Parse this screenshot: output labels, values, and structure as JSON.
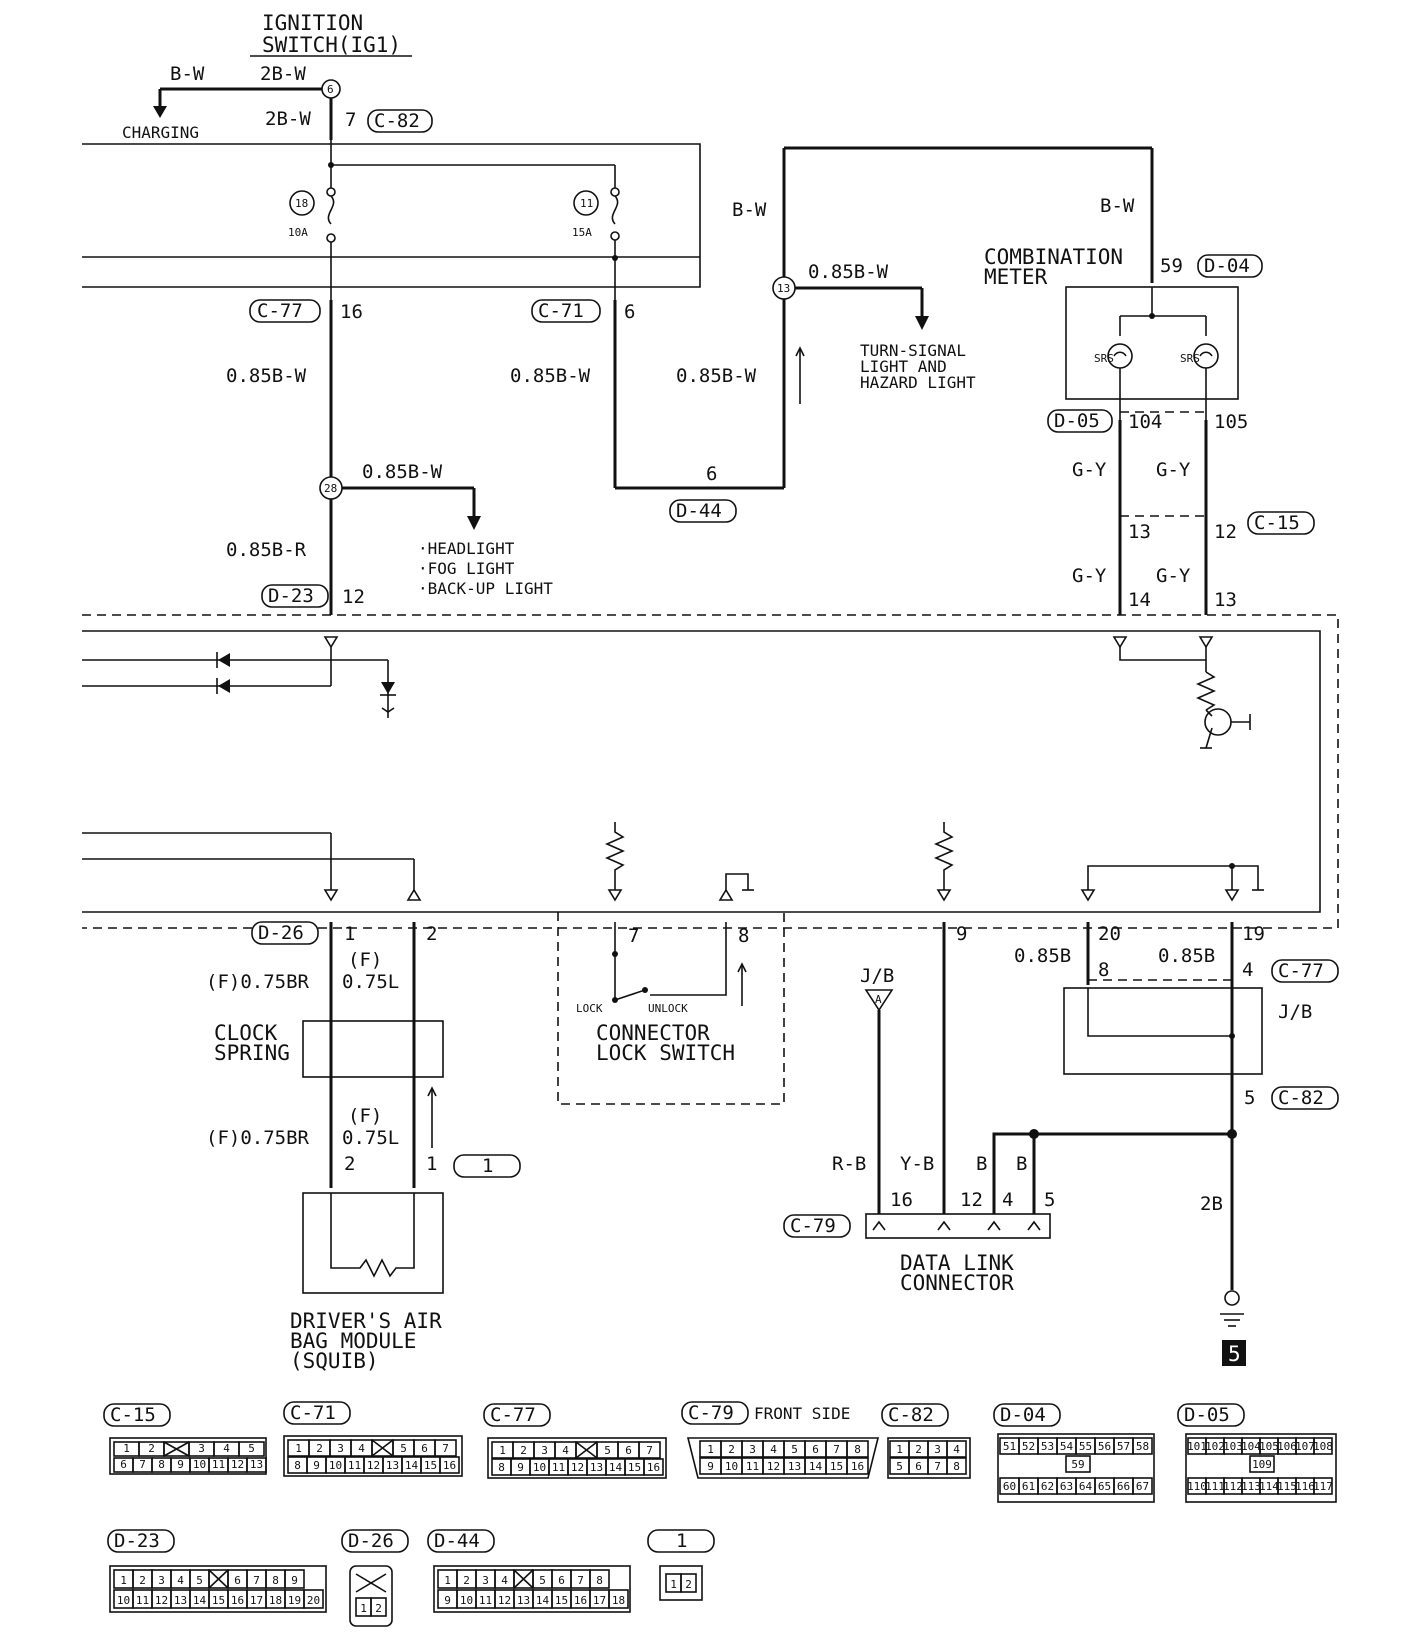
{
  "labels": {
    "ignition": "IGNITION",
    "ignition2": "SWITCH(IG1)",
    "bw_left": "B-W",
    "charging": "CHARGING",
    "w2bw_top": "2B-W",
    "w2bw_mid": "2B-W",
    "pin7": "7",
    "fuse18": "18",
    "fuse18_amp": "10A",
    "fuse11": "11",
    "fuse11_amp": "15A",
    "pin16": "16",
    "pin6": "6",
    "w085_a": "0.85B-W",
    "w085_b": "0.85B-W",
    "w085_c": "0.85B-W",
    "w085_d": "0.85B-W",
    "w085_e": "0.85B-W",
    "w085br": "0.85B-R",
    "pin6_d44": "6",
    "pin12_d23": "12",
    "junction6": "6",
    "junction13": "13",
    "junction28": "28",
    "headlight": "·HEADLIGHT",
    "foglight": "·FOG LIGHT",
    "backup": "·BACK-UP LIGHT",
    "bw_top_right_a": "B-W",
    "bw_top_right_b": "B-W",
    "turn1": "TURN-SIGNAL",
    "turn2": "LIGHT AND",
    "turn3": "HAZARD LIGHT",
    "comb1": "COMBINATION",
    "comb2": "METER",
    "pin59": "59",
    "srs_a": "SRS",
    "srs_b": "SRS",
    "pin104": "104",
    "pin105": "105",
    "gy1": "G-Y",
    "gy2": "G-Y",
    "gy3": "G-Y",
    "gy4": "G-Y",
    "pin13a": "13",
    "pin12a": "12",
    "pin14": "14",
    "pin13b": "13",
    "pin1": "1",
    "pin2": "2",
    "f075br_a": "(F)0.75BR",
    "f075l_a1": "(F)",
    "f075l_a2": "0.75L",
    "clock1": "CLOCK",
    "clock2": "SPRING",
    "f075br_b": "(F)0.75BR",
    "f075l_b1": "(F)",
    "f075l_b2": "0.75L",
    "pin2b": "2",
    "pin1b": "1",
    "driver1": "DRIVER'S AIR",
    "driver2": "BAG MODULE",
    "driver3": "(SQUIB)",
    "pin7b": "7",
    "pin8b": "8",
    "lock": "LOCK",
    "unlock": "UNLOCK",
    "cls1": "CONNECTOR",
    "cls2": "LOCK SWITCH",
    "jb_a": "J/B",
    "jb_a_letter": "A",
    "pin9": "9",
    "pin20": "20",
    "pin19": "19",
    "b085_a": "0.85B",
    "b085_b": "0.85B",
    "pin8c": "8",
    "pin4c": "4",
    "jb_b": "J/B",
    "pin5c": "5",
    "rb": "R-B",
    "yb": "Y-B",
    "b1": "B",
    "b2": "B",
    "pin16c": "16",
    "pin12c": "12",
    "pin4d": "4",
    "pin5d": "5",
    "b2b": "2B",
    "dlc1": "DATA LINK",
    "dlc2": "CONNECTOR",
    "ground_num": "5",
    "front_side": "FRONT SIDE"
  },
  "tags": {
    "c82_top": "C-82",
    "c77_top": "C-77",
    "c71_top": "C-71",
    "d44_mid": "D-44",
    "d23_mid": "D-23",
    "d04_top": "D-04",
    "d05_top": "D-05",
    "c15_top": "C-15",
    "d26_mid": "D-26",
    "one_mid": "1",
    "c77_right": "C-77",
    "c82_right": "C-82",
    "c79_mid": "C-79"
  },
  "legend": {
    "c15": {
      "label": "C-15",
      "row1": [
        "1",
        "2",
        "",
        "3",
        "4",
        "5"
      ],
      "row2": [
        "6",
        "7",
        "8",
        "9",
        "10",
        "11",
        "12",
        "13"
      ]
    },
    "c71": {
      "label": "C-71",
      "row1": [
        "1",
        "2",
        "3",
        "4",
        "",
        "5",
        "6",
        "7"
      ],
      "row2": [
        "8",
        "9",
        "10",
        "11",
        "12",
        "13",
        "14",
        "15",
        "16"
      ]
    },
    "c77": {
      "label": "C-77",
      "row1": [
        "1",
        "2",
        "3",
        "4",
        "",
        "5",
        "6",
        "7"
      ],
      "row2": [
        "8",
        "9",
        "10",
        "11",
        "12",
        "13",
        "14",
        "15",
        "16"
      ]
    },
    "c79": {
      "label": "C-79",
      "row1": [
        "1",
        "2",
        "3",
        "4",
        "5",
        "6",
        "7",
        "8"
      ],
      "row2": [
        "9",
        "10",
        "11",
        "12",
        "13",
        "14",
        "15",
        "16"
      ]
    },
    "c82": {
      "label": "C-82",
      "row1": [
        "1",
        "2",
        "3",
        "4"
      ],
      "row2": [
        "5",
        "6",
        "7",
        "8"
      ]
    },
    "d04": {
      "label": "D-04",
      "row1": [
        "51",
        "52",
        "53",
        "54",
        "55",
        "56",
        "57",
        "58"
      ],
      "mid": "59",
      "row2": [
        "60",
        "61",
        "62",
        "63",
        "64",
        "65",
        "66",
        "67"
      ]
    },
    "d05": {
      "label": "D-05",
      "row1": [
        "101",
        "102",
        "103",
        "104",
        "105",
        "106",
        "107",
        "108"
      ],
      "mid": "109",
      "row2": [
        "110",
        "111",
        "112",
        "113",
        "114",
        "115",
        "116",
        "117"
      ]
    },
    "d23": {
      "label": "D-23",
      "row1": [
        "1",
        "2",
        "3",
        "4",
        "5",
        "",
        "6",
        "7",
        "8",
        "9"
      ],
      "row2": [
        "10",
        "11",
        "12",
        "13",
        "14",
        "15",
        "16",
        "17",
        "18",
        "19",
        "20"
      ]
    },
    "d26": {
      "label": "D-26",
      "row2": [
        "1",
        "2"
      ]
    },
    "d44": {
      "label": "D-44",
      "row1": [
        "1",
        "2",
        "3",
        "4",
        "",
        "5",
        "6",
        "7",
        "8"
      ],
      "row2": [
        "9",
        "10",
        "11",
        "12",
        "13",
        "14",
        "15",
        "16",
        "17",
        "18"
      ]
    },
    "one": {
      "label": "1",
      "row2": [
        "1",
        "2"
      ]
    }
  }
}
